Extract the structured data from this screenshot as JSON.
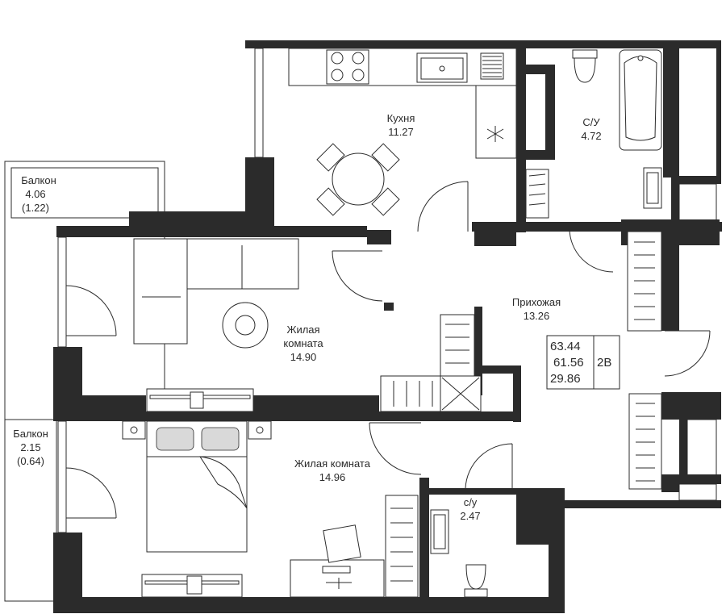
{
  "rooms": {
    "kitchen": {
      "name": "Кухня",
      "area": "11.27"
    },
    "bathroom": {
      "name": "С/У",
      "area": "4.72"
    },
    "hall": {
      "name": "Прихожая",
      "area": "13.26"
    },
    "living1": {
      "name1": "Жилая",
      "name2": "комната",
      "area": "14.90"
    },
    "living2": {
      "name": "Жилая комната",
      "area": "14.96"
    },
    "wc": {
      "name": "с/у",
      "area": "2.47"
    },
    "balcony1": {
      "name": "Балкон",
      "area": "4.06",
      "reduced": "(1.22)"
    },
    "balcony2": {
      "name": "Балкон",
      "area": "2.15",
      "reduced": "(0.64)"
    }
  },
  "summary": {
    "total": "63.44",
    "reduced": "61.56",
    "living": "29.86",
    "type": "2В"
  }
}
